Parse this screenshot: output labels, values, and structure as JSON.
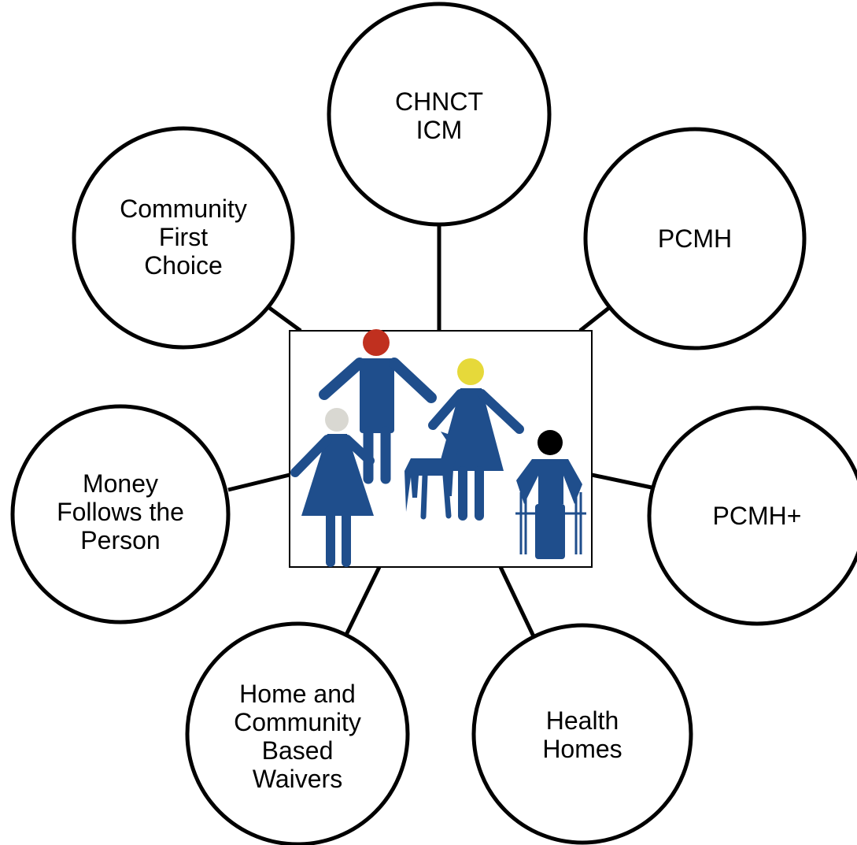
{
  "diagram": {
    "colors": {
      "stroke": "#000000",
      "background": "#ffffff",
      "figure_blue": "#1f4e8c",
      "head_red": "#c0301f",
      "head_yellow": "#e6d93a",
      "head_grey": "#d9d8d2",
      "head_black": "#000000"
    },
    "center_image": {
      "icon": "family-with-dog-and-wheelchair-user-icon"
    },
    "nodes": [
      {
        "id": "chnct-icm",
        "lines": [
          "CHNCT",
          "ICM"
        ]
      },
      {
        "id": "pcmh",
        "lines": [
          "PCMH"
        ]
      },
      {
        "id": "pcmh-plus",
        "lines": [
          "PCMH+"
        ]
      },
      {
        "id": "health-homes",
        "lines": [
          "Health",
          "Homes"
        ]
      },
      {
        "id": "hcbs-waivers",
        "lines": [
          "Home and",
          "Community",
          "Based",
          "Waivers"
        ]
      },
      {
        "id": "money-follows-the-person",
        "lines": [
          "Money",
          "Follows the",
          "Person"
        ]
      },
      {
        "id": "community-first-choice",
        "lines": [
          "Community",
          "First",
          "Choice"
        ]
      }
    ]
  }
}
